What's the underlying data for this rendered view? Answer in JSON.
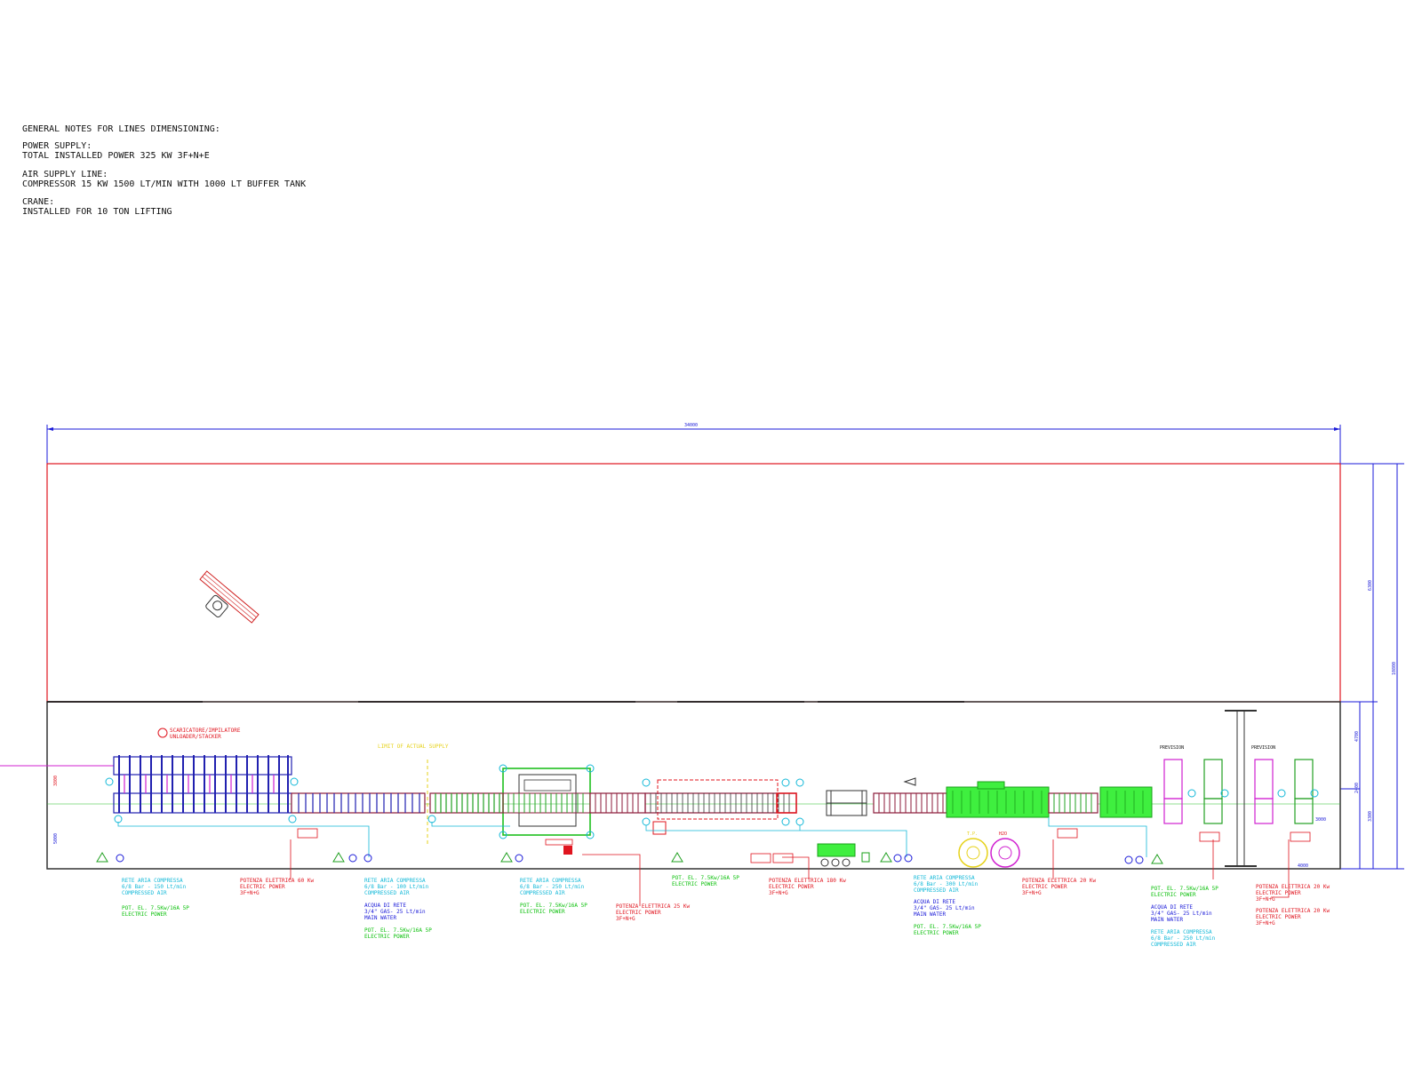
{
  "notes": {
    "title": "GENERAL NOTES FOR LINES DIMENSIONING:",
    "power_label": "POWER SUPPLY:",
    "power_value": "TOTAL INSTALLED POWER 325 KW 3F+N+E",
    "air_label": "AIR SUPPLY LINE:",
    "air_value": "COMPRESSOR 15 KW 1500 LT/MIN WITH 1000 LT BUFFER TANK",
    "crane_label": "CRANE:",
    "crane_value": "INSTALLED FOR 10 TON LIFTING"
  },
  "dimensions": {
    "total_length": "34000",
    "height_upper": "6300",
    "height_total": "10800",
    "height_lower_a": "4700",
    "height_lower_b": "2400",
    "height_lower_c": "3300",
    "left_a": "3800",
    "left_b": "5000",
    "right_a": "3000",
    "right_b": "4000"
  },
  "labels": {
    "unloader_it": "SCARICATORE/IMPILATORE",
    "unloader_en": "UNLOADER/STACKER",
    "limit_supply": "LIMIT OF ACTUAL SUPPLY",
    "prevision_1": "PREVISION",
    "prevision_2": "PREVISION",
    "tank_1": "T.P.",
    "tank_2": "H2O"
  },
  "callouts": {
    "c1": {
      "l1": "RETE ARIA COMPRESSA",
      "l2": "6/8 Bar - 150 Lt/min",
      "l3": "COMPRESSED AIR",
      "l4": "POT. EL. 7.5Kw/16A 5P",
      "l5": "ELECTRIC POWER"
    },
    "c2": {
      "l1": "POTENZA ELETTRICA 60 Kw",
      "l2": "ELECTRIC POWER",
      "l3": "3F+N+G"
    },
    "c3": {
      "l1": "RETE ARIA COMPRESSA",
      "l2": "6/8 Bar - 100 Lt/min",
      "l3": "COMPRESSED AIR",
      "l4": "ACQUA DI RETE",
      "l5": "3/4\" GAS- 25 Lt/min",
      "l6": "MAIN WATER",
      "l7": "POT. EL. 7.5Kw/16A 5P",
      "l8": "ELECTRIC POWER"
    },
    "c4": {
      "l1": "RETE ARIA COMPRESSA",
      "l2": "6/8 Bar - 250 Lt/min",
      "l3": "COMPRESSED AIR",
      "l4": "POT. EL. 7.5Kw/16A 5P",
      "l5": "ELECTRIC POWER"
    },
    "c5": {
      "l1": "POTENZA ELETTRICA 25 Kw",
      "l2": "ELECTRIC POWER",
      "l3": "3F+N+G"
    },
    "c6": {
      "l1": "POT. EL. 7.5Kw/16A 5P",
      "l2": "ELECTRIC POWER"
    },
    "c7": {
      "l1": "POTENZA ELETTRICA 180 Kw",
      "l2": "ELECTRIC POWER",
      "l3": "3F+N+G"
    },
    "c8": {
      "l1": "RETE ARIA COMPRESSA",
      "l2": "6/8 Bar - 300 Lt/min",
      "l3": "COMPRESSED AIR",
      "l4": "ACQUA DI RETE",
      "l5": "3/4\" GAS- 25 Lt/min",
      "l6": "MAIN WATER",
      "l7": "POT. EL. 7.5Kw/16A 5P",
      "l8": "ELECTRIC POWER"
    },
    "c9": {
      "l1": "POTENZA ELETTRICA 20 Kw",
      "l2": "ELECTRIC POWER",
      "l3": "3F+N+G"
    },
    "c10": {
      "l1": "POT. EL. 7.5Kw/16A 5P",
      "l2": "ELECTRIC POWER",
      "l3": "ACQUA DI RETE",
      "l4": "3/4\" GAS- 25 Lt/min",
      "l5": "MAIN WATER",
      "l6": "RETE ARIA COMPRESSA",
      "l7": "6/8 Bar - 250 Lt/min",
      "l8": "COMPRESSED AIR"
    },
    "c11": {
      "l1": "POTENZA ELETTRICA 20 Kw",
      "l2": "ELECTRIC POWER",
      "l3": "3F+N+G",
      "l4": "POTENZA ELETTRICA 20 Kw",
      "l5": "ELECTRIC POWER",
      "l6": "3F+N+G"
    }
  },
  "colors": {
    "wall": "#e0141e",
    "dimension": "#1a1ad8",
    "utility_air": "#12b8d8",
    "machine_green": "#3fef3f",
    "prevision": "#d020d0"
  }
}
